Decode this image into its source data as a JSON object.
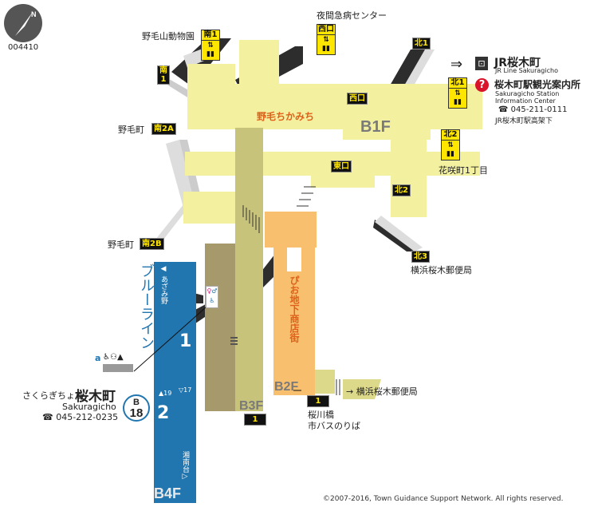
{
  "compass": {
    "code": "004410",
    "north_label": "N"
  },
  "floors": {
    "b1f": "B1F",
    "b2f": "B2F",
    "b3f": "B3F",
    "b4f": "B4F"
  },
  "areas": {
    "underpass": "野毛ちかみち",
    "mall": "ぴお地下商店街",
    "line_name": "ブルーライン"
  },
  "exits": [
    {
      "id": "south1_top",
      "tag": "南1",
      "dest": "野毛山動物園",
      "elevator": true
    },
    {
      "id": "south1_side",
      "tag": "南1"
    },
    {
      "id": "south2a",
      "tag": "南2A",
      "dest": "野毛町"
    },
    {
      "id": "south2b",
      "tag": "南2B",
      "dest": "野毛町"
    },
    {
      "id": "west_top",
      "tag": "西口",
      "dest": "夜間急病センター",
      "elevator": true
    },
    {
      "id": "west",
      "tag": "西口"
    },
    {
      "id": "east",
      "tag": "東口"
    },
    {
      "id": "north1",
      "tag": "北1"
    },
    {
      "id": "north1_elev",
      "tag": "北1",
      "elevator": true
    },
    {
      "id": "north2_elev",
      "tag": "北2",
      "dest": "花咲町1丁目",
      "elevator": true
    },
    {
      "id": "north2",
      "tag": "北2"
    },
    {
      "id": "north3",
      "tag": "北3",
      "dest": "横浜桜木郵便局"
    },
    {
      "id": "exit1",
      "tag": "1",
      "dest": "桜川橋 市バスのりば"
    },
    {
      "id": "b3f_1",
      "tag": "1"
    }
  ],
  "jr": {
    "title": "JR桜木町",
    "subtitle": "JR Line Sakuragicho"
  },
  "info": {
    "title": "桜木町駅観光案内所",
    "en1": "Sakuragicho Station",
    "en2": "Information Center",
    "phone": "045-211-0111",
    "location": "JR桜木町駅高架下"
  },
  "station": {
    "kana": "さくらぎちょう",
    "name": "桜木町",
    "romaji": "Sakuragicho",
    "phone": "045-212-0235",
    "line_code": "B",
    "number": "18"
  },
  "platform": {
    "track1": "1",
    "track2": "2",
    "dir_up": "◀ あざみ野",
    "dir_down": "湘南台▷",
    "car19": "19",
    "car17": "17",
    "facility_label": "a"
  },
  "destinations": {
    "post_office_arrow": "横浜桜木郵便局",
    "bus_line1": "桜川橋",
    "bus_line2": "市バスのりば"
  },
  "copyright": "©2007-2016, Town Guidance Support Network. All rights reserved.",
  "colors": {
    "b1f": "#f3f0a0",
    "b2f": "#f8bf6e",
    "b3f": "#c8c37a",
    "b4f": "#2176b0",
    "exit_tag": "#111111",
    "tag_text": "#ffe600"
  }
}
